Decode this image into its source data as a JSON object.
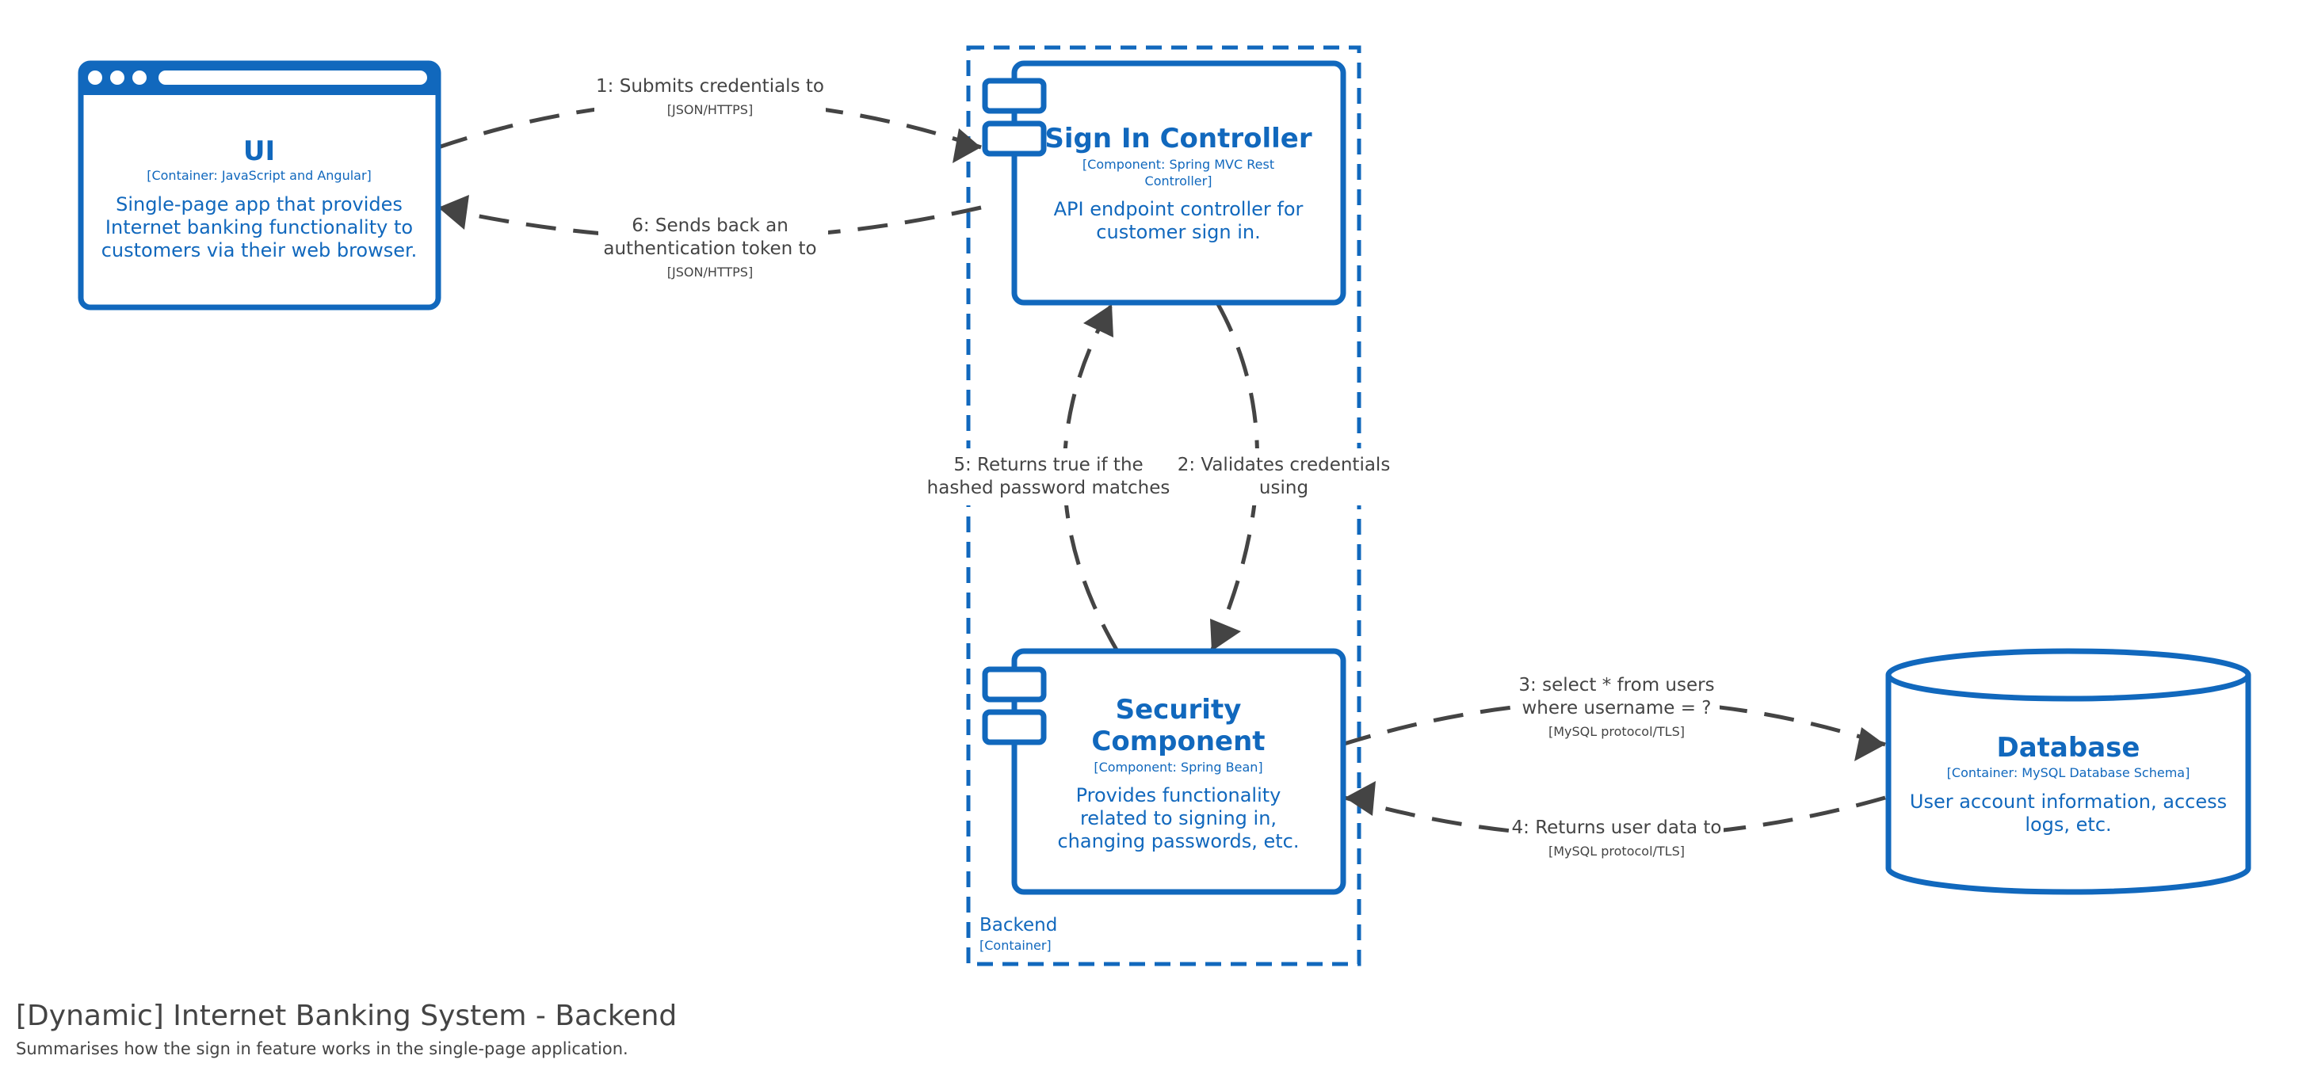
{
  "colors": {
    "element": "#1168bd",
    "relationship": "#444444",
    "background": "#ffffff"
  },
  "icons": {
    "ui_shape": "web-browser-window",
    "component_shape": "component-icon",
    "database_shape": "cylinder"
  },
  "elements": {
    "ui": {
      "name": "UI",
      "technology": "[Container: JavaScript and Angular]",
      "description": [
        "Single-page app that provides",
        "Internet banking functionality to",
        "customers via their web browser."
      ]
    },
    "sign_in_controller": {
      "name": "Sign In Controller",
      "technology": [
        "[Component: Spring MVC Rest",
        "Controller]"
      ],
      "description": [
        "API endpoint controller for",
        "customer sign in."
      ]
    },
    "security_component": {
      "name": [
        "Security",
        "Component"
      ],
      "technology": "[Component: Spring Bean]",
      "description": [
        "Provides functionality",
        "related to signing in,",
        "changing passwords, etc."
      ]
    },
    "database": {
      "name": "Database",
      "technology": "[Container: MySQL Database Schema]",
      "description": [
        "User account information, access",
        "logs, etc."
      ]
    }
  },
  "boundary": {
    "name": "Backend",
    "type": "[Container]"
  },
  "relationships": [
    {
      "description": [
        "1: Submits credentials to"
      ],
      "technology": "[JSON/HTTPS]"
    },
    {
      "description": [
        "2: Validates credentials",
        "using"
      ],
      "technology": ""
    },
    {
      "description": [
        "3: select * from users",
        "where username = ?"
      ],
      "technology": "[MySQL protocol/TLS]"
    },
    {
      "description": [
        "4: Returns user data to"
      ],
      "technology": "[MySQL protocol/TLS]"
    },
    {
      "description": [
        "5: Returns true if the",
        "hashed password matches"
      ],
      "technology": ""
    },
    {
      "description": [
        "6: Sends back an",
        "authentication token to"
      ],
      "technology": "[JSON/HTTPS]"
    }
  ],
  "footer": {
    "title": "[Dynamic] Internet Banking System - Backend",
    "description": "Summarises how the sign in feature works in the single-page application."
  }
}
